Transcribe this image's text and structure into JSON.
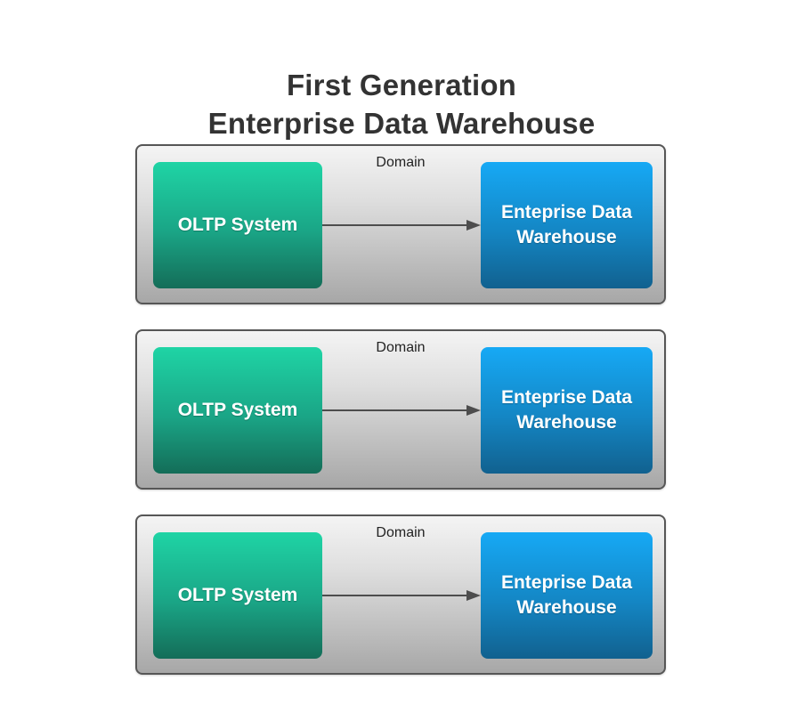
{
  "title": {
    "line1": "First Generation",
    "line2": "Enterprise Data Warehouse"
  },
  "domains": [
    {
      "label": "Domain",
      "source_node": "OLTP System",
      "target_node": "Enteprise Data Warehouse",
      "connector": "arrow-right"
    },
    {
      "label": "Domain",
      "source_node": "OLTP System",
      "target_node": "Enteprise Data Warehouse",
      "connector": "arrow-right"
    },
    {
      "label": "Domain",
      "source_node": "OLTP System",
      "target_node": "Enteprise Data Warehouse",
      "connector": "arrow-right"
    }
  ],
  "colors": {
    "source_node_gradient_top": "#1fd4a5",
    "source_node_gradient_bottom": "#146d58",
    "target_node_gradient_top": "#16a9f5",
    "target_node_gradient_bottom": "#11618f",
    "container_gradient_top": "#f4f4f4",
    "container_gradient_bottom": "#a7a7a7",
    "container_border": "#565656",
    "arrow": "#4d4d4d",
    "title_text": "#333333",
    "node_text": "#ffffff"
  }
}
